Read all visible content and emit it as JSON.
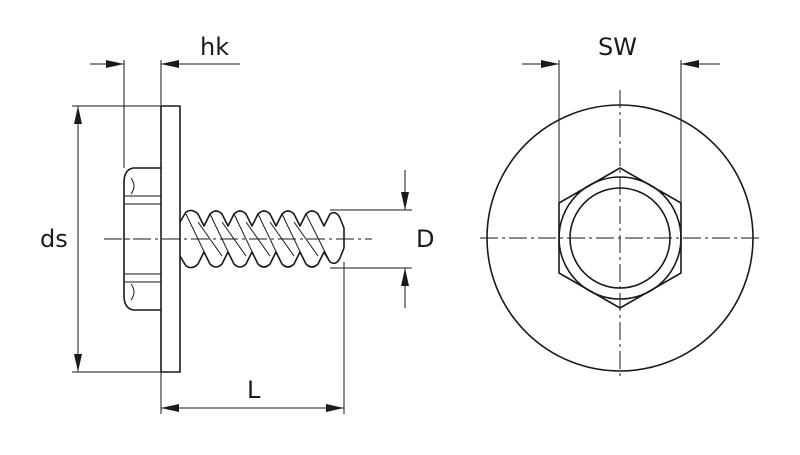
{
  "labels": {
    "hk": "hk",
    "sw": "SW",
    "ds": "ds",
    "d": "D",
    "l": "L"
  },
  "colors": {
    "line": "#1a1a1a",
    "background": "#ffffff"
  }
}
